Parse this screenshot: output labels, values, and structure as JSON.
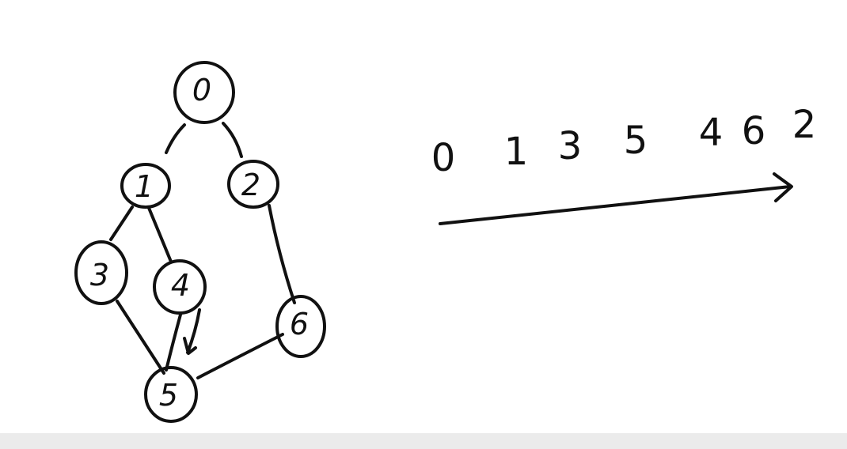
{
  "graph": {
    "nodes": [
      {
        "id": "n0",
        "label": "0"
      },
      {
        "id": "n1",
        "label": "1"
      },
      {
        "id": "n2",
        "label": "2"
      },
      {
        "id": "n3",
        "label": "3"
      },
      {
        "id": "n4",
        "label": "4"
      },
      {
        "id": "n6",
        "label": "6"
      },
      {
        "id": "n5",
        "label": "5"
      }
    ],
    "edges": [
      {
        "from": "n0",
        "to": "n1"
      },
      {
        "from": "n0",
        "to": "n2"
      },
      {
        "from": "n1",
        "to": "n3"
      },
      {
        "from": "n1",
        "to": "n4"
      },
      {
        "from": "n2",
        "to": "n6"
      },
      {
        "from": "n3",
        "to": "n5"
      },
      {
        "from": "n4",
        "to": "n5"
      },
      {
        "from": "n6",
        "to": "n5"
      }
    ]
  },
  "order": [
    "0",
    "1",
    "3",
    "5",
    "4",
    "6",
    "2"
  ],
  "colors": {
    "ink": "#111111",
    "background": "#ffffff",
    "bottom_strip": "#ebebeb"
  }
}
